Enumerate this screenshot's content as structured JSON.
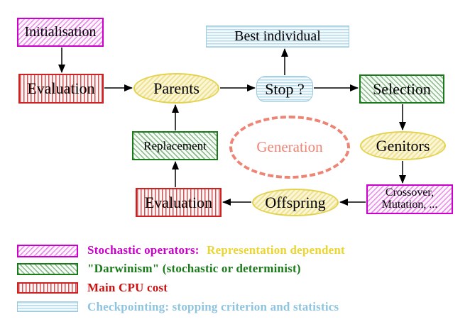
{
  "diagram": {
    "nodes": {
      "initialisation": {
        "label": "Initialisation",
        "style": "magenta-hatched-box"
      },
      "evaluation_top": {
        "label": "Evaluation",
        "style": "red-vertical-hatched-box"
      },
      "parents": {
        "label": "Parents",
        "style": "yellow-hatched-ellipse"
      },
      "best_individual": {
        "label": "Best individual",
        "style": "cyan-horizontal-hatched-box"
      },
      "stop": {
        "label": "Stop ?",
        "style": "cyan-horizontal-hatched-rounded-box"
      },
      "selection": {
        "label": "Selection",
        "style": "green-hatched-box"
      },
      "replacement": {
        "label": "Replacement",
        "style": "green-hatched-box"
      },
      "generation": {
        "label": "Generation",
        "style": "salmon-dashed-ellipse"
      },
      "genitors": {
        "label": "Genitors",
        "style": "yellow-hatched-ellipse"
      },
      "evaluation_bottom": {
        "label": "Evaluation",
        "style": "red-vertical-hatched-box"
      },
      "offspring": {
        "label": "Offspring",
        "style": "yellow-hatched-ellipse"
      },
      "crossover": {
        "line1": "Crossover,",
        "line2": "Mutation, ...",
        "style": "magenta-hatched-box"
      }
    },
    "edges": [
      {
        "from": "initialisation",
        "to": "evaluation_top"
      },
      {
        "from": "evaluation_top",
        "to": "parents"
      },
      {
        "from": "parents",
        "to": "stop"
      },
      {
        "from": "stop",
        "to": "best_individual"
      },
      {
        "from": "stop",
        "to": "selection"
      },
      {
        "from": "selection",
        "to": "genitors"
      },
      {
        "from": "genitors",
        "to": "crossover"
      },
      {
        "from": "crossover",
        "to": "offspring"
      },
      {
        "from": "offspring",
        "to": "evaluation_bottom"
      },
      {
        "from": "evaluation_bottom",
        "to": "replacement"
      },
      {
        "from": "replacement",
        "to": "parents"
      }
    ]
  },
  "legend": {
    "items": [
      {
        "swatch": "magenta-diagonal-hatch",
        "primary": "Stochastic operators:",
        "primary_color": "#cc00cc",
        "secondary": "Representation dependent",
        "secondary_color": "#ecd52f"
      },
      {
        "swatch": "green-diagonal-hatch",
        "primary": "\"Darwinism\" (stochastic or determinist)",
        "primary_color": "#1a7a1a",
        "secondary": "",
        "secondary_color": ""
      },
      {
        "swatch": "red-vertical-hatch",
        "primary": "Main CPU cost",
        "primary_color": "#cc1111",
        "secondary": "",
        "secondary_color": ""
      },
      {
        "swatch": "cyan-horizontal-hatch",
        "primary": "Checkpointing: stopping criterion and statistics",
        "primary_color": "#8fc4e0",
        "secondary": "",
        "secondary_color": ""
      }
    ]
  },
  "colors": {
    "magenta": "#cc00cc",
    "green": "#1a7a1a",
    "red": "#cc1111",
    "cyan_border": "#9cc9de",
    "cyan_text": "#8fc4e0",
    "yellow_border": "#e3d34f",
    "yellow_text": "#ecd52f",
    "salmon": "#ee8474",
    "arrow": "#000000",
    "background": "#ffffff"
  }
}
